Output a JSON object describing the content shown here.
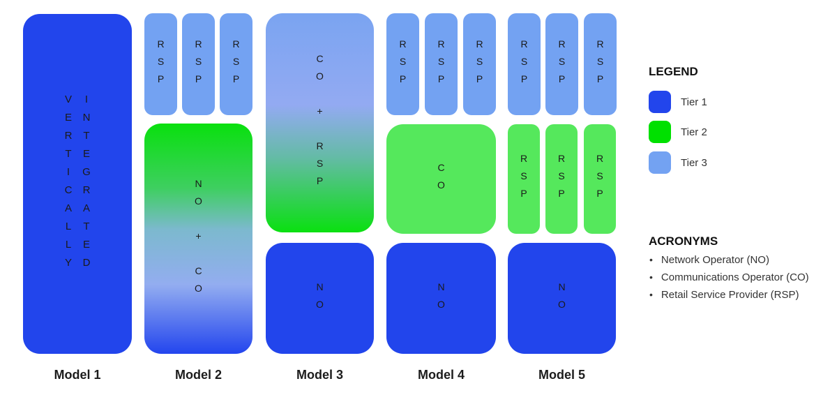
{
  "models": [
    {
      "name": "Model 1",
      "words": [
        "VERTICALLY",
        "INTEGRATED"
      ]
    },
    {
      "name": "Model 2",
      "top_blocks": [
        "RSP",
        "RSP",
        "RSP"
      ],
      "main_label": "NO + CO"
    },
    {
      "name": "Model 3",
      "top_label": "CO + RSP",
      "bottom_label": "NO"
    },
    {
      "name": "Model 4",
      "top_blocks": [
        "RSP",
        "RSP",
        "RSP"
      ],
      "middle_label": "CO",
      "bottom_label": "NO"
    },
    {
      "name": "Model 5",
      "top_blocks": [
        "RSP",
        "RSP",
        "RSP"
      ],
      "middle_blocks": [
        "RSP",
        "RSP",
        "RSP"
      ],
      "bottom_label": "NO"
    }
  ],
  "legend": {
    "title": "LEGEND",
    "items": [
      {
        "label": "Tier 1",
        "color": "#2245ec"
      },
      {
        "label": "Tier 2",
        "color": "#00e000"
      },
      {
        "label": "Tier 3",
        "color": "#73a2f2"
      }
    ]
  },
  "acronyms": {
    "title": "ACRONYMS",
    "bullet": "•",
    "items": [
      "Network Operator (NO)",
      "Communications Operator (CO)",
      "Retail Service Provider (RSP)"
    ]
  },
  "colors": {
    "tier1_blue": "#2245ec",
    "tier2_green": "#00e000",
    "tier3_light_blue": "#73a2f2",
    "tier2_light_green": "#55e85c",
    "block_text": "#1a1a1a",
    "model2_gradient_top": "#09e00e",
    "model2_gradient_bottom": "#2345ee",
    "model3_gradient_top": "#7aa4f1",
    "model3_gradient_bottom": "#0ae010"
  }
}
